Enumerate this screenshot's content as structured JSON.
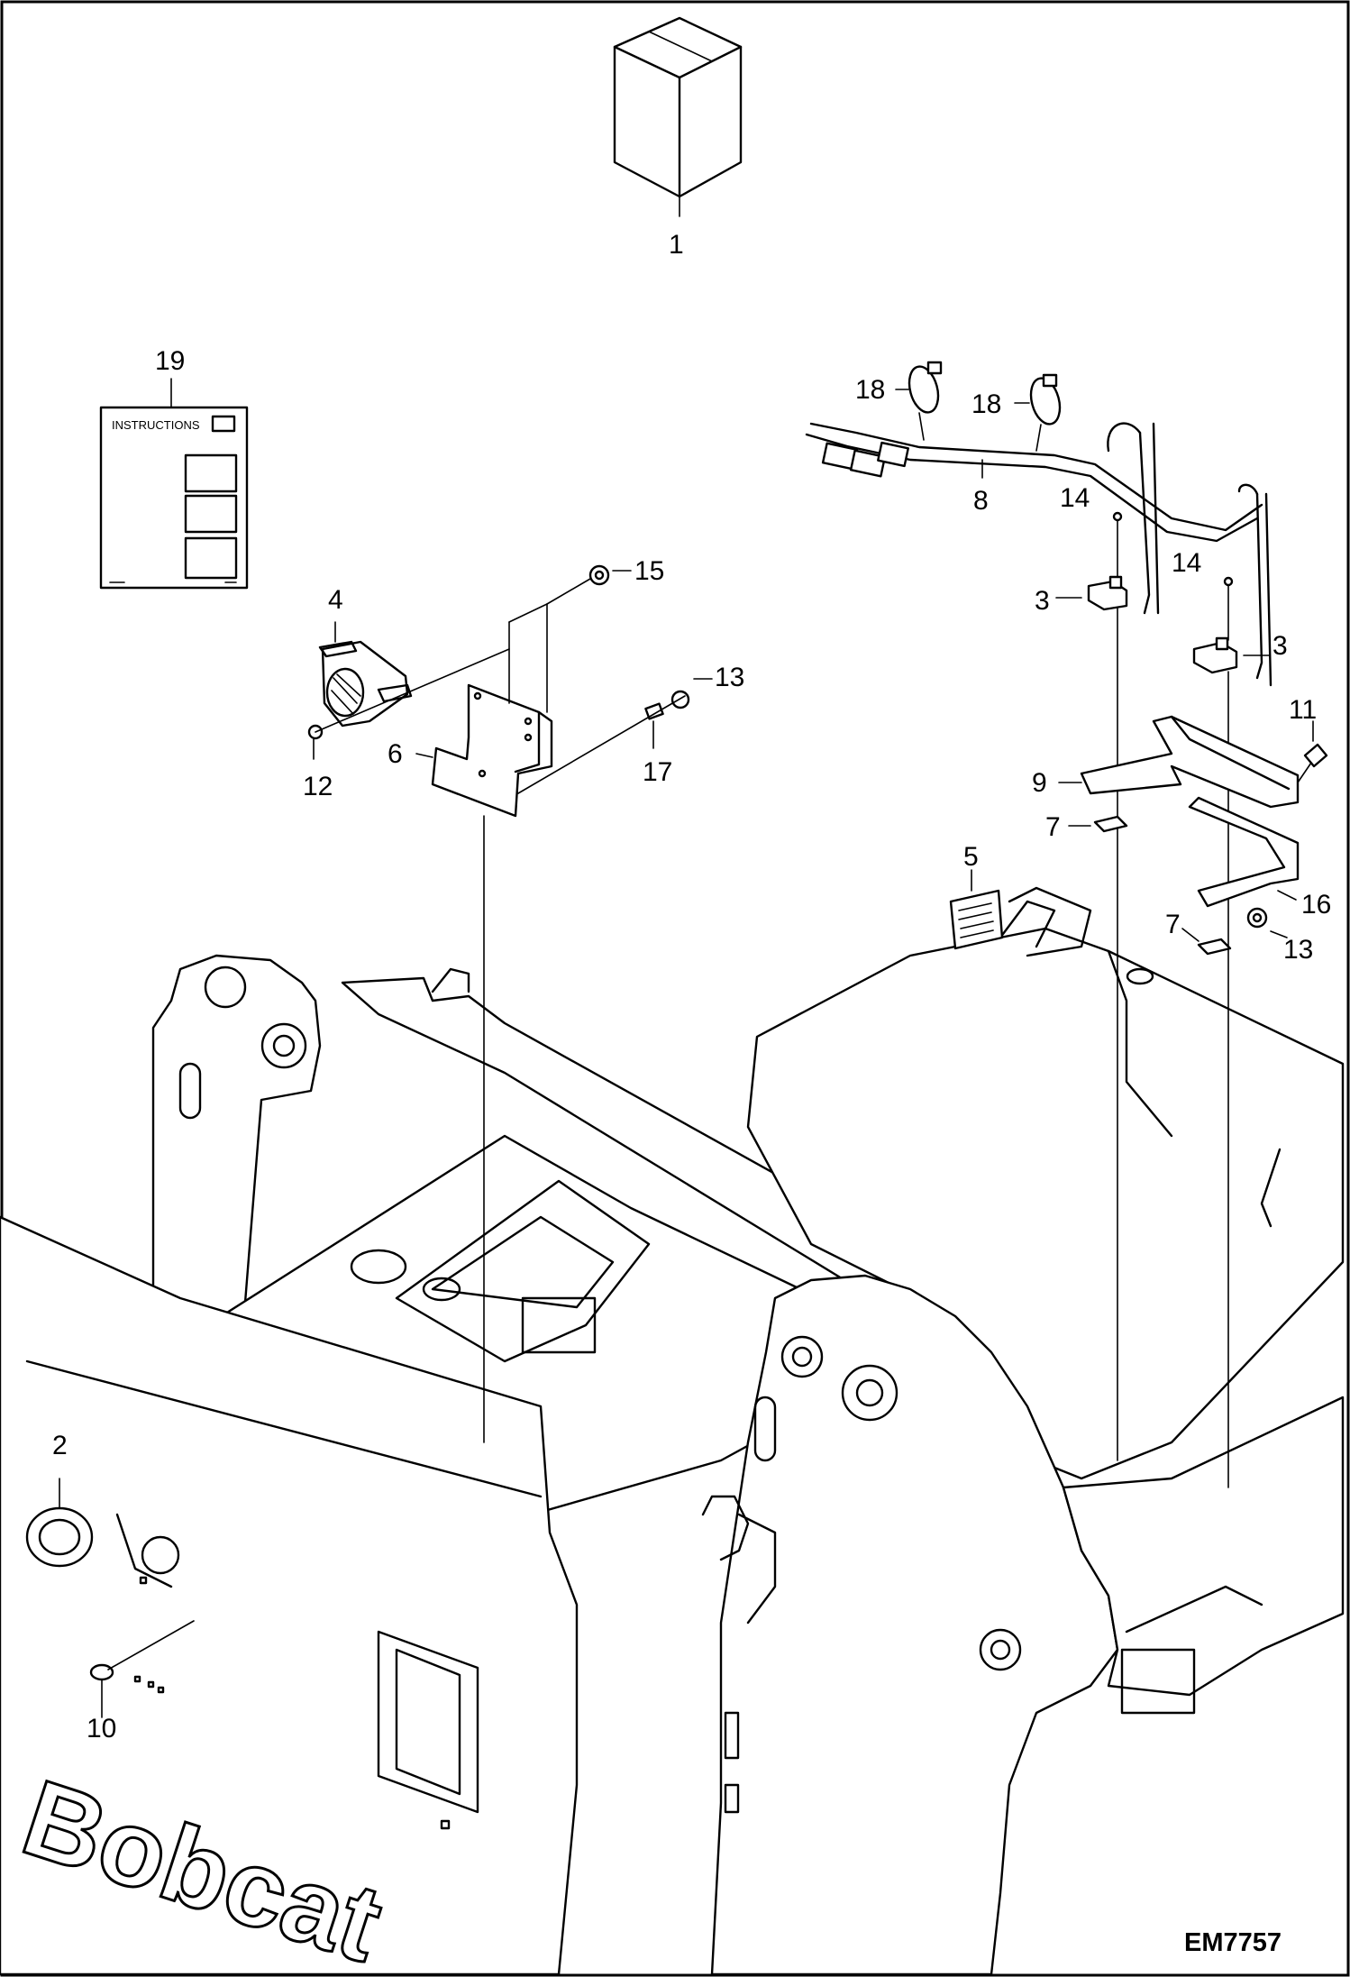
{
  "diagram": {
    "reference_code": "EM7757",
    "brand_lettering": "Bobcat",
    "instructions_title": "INSTRUCTIONS",
    "callouts": {
      "c1": "1",
      "c2": "2",
      "c3a": "3",
      "c3b": "3",
      "c4": "4",
      "c5": "5",
      "c6": "6",
      "c7a": "7",
      "c7b": "7",
      "c8": "8",
      "c9": "9",
      "c10": "10",
      "c11": "11",
      "c12": "12",
      "c13a": "13",
      "c13b": "13",
      "c14a": "14",
      "c14b": "14",
      "c15": "15",
      "c16": "16",
      "c17": "17",
      "c18a": "18",
      "c18b": "18",
      "c19": "19"
    }
  }
}
